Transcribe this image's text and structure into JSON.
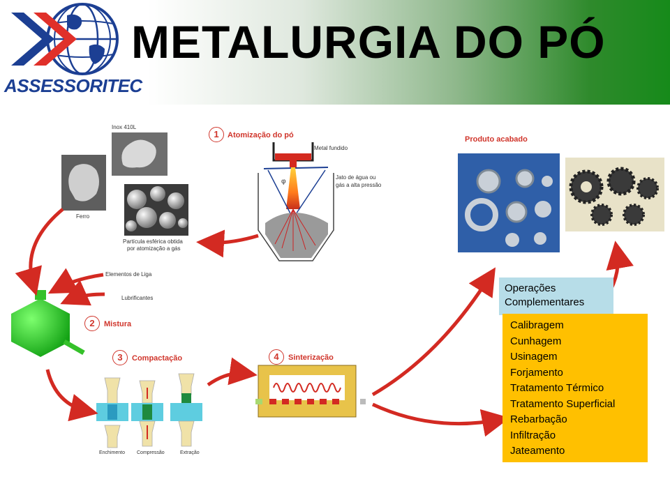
{
  "header": {
    "title": "METALURGIA DO PÓ",
    "logo_text": "ASSESSORITEC",
    "accent_color": "#168a1a",
    "logo_color": "#1c3f93",
    "logo_red": "#e0302a"
  },
  "diagram": {
    "powders": {
      "inox_label": "Inox 410L",
      "ferro_label": "Ferro",
      "spherical_label_line1": "Partícula esférica obtida",
      "spherical_label_line2": "por atomização a gás"
    },
    "steps": [
      {
        "number": "1",
        "title": "Atomização do pó"
      },
      {
        "number": "2",
        "title": "Mistura"
      },
      {
        "number": "3",
        "title": "Compactação"
      },
      {
        "number": "4",
        "title": "Sinterização"
      }
    ],
    "atomization": {
      "molten_metal": "Metal fundido",
      "jet_line1": "Jato de água ou",
      "jet_line2": "gás a alta pressão",
      "phi_symbol": "φ"
    },
    "mix_inputs": {
      "alloy_elements": "Elementos de Liga",
      "lubricants": "Lubrificantes"
    },
    "compaction_labels": [
      "Enchimento",
      "Compressão",
      "Extração"
    ],
    "finished_product": "Produto acabado",
    "operations": {
      "heading_line1": "Operações",
      "heading_line2": "Complementares",
      "items": [
        "Calibragem",
        "Cunhagem",
        "Usinagem",
        "Forjamento",
        "Tratamento Térmico",
        "Tratamento Superficial",
        "Rebarbação",
        "Infiltração",
        "Jateamento"
      ]
    }
  }
}
